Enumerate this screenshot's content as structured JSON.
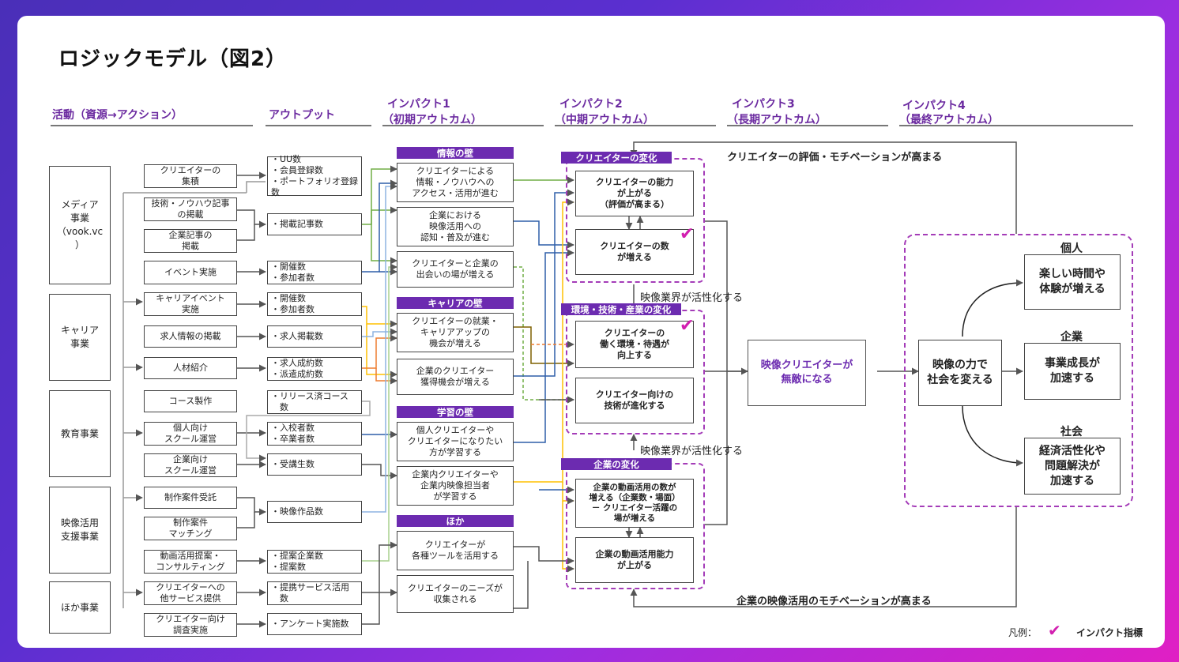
{
  "title": "ロジックモデル（図2）",
  "headers": {
    "activity": "活動（資源→アクション）",
    "output": "アウトプット",
    "impact1_a": "インパクト1",
    "impact1_b": "（初期アウトカム）",
    "impact2_a": "インパクト2",
    "impact2_b": "（中期アウトカム）",
    "impact3_a": "インパクト3",
    "impact3_b": "（長期アウトカム）",
    "impact4_a": "インパクト4",
    "impact4_b": "（最終アウトカム）"
  },
  "resources": {
    "media": "メディア\n事業\n（vook.vc\n）",
    "career": "キャリア\n事業",
    "education": "教育事業",
    "video": "映像活用\n支援事業",
    "other": "ほか事業"
  },
  "actions": [
    "クリエイターの\n集積",
    "技術・ノウハウ記事\nの掲載",
    "企業記事の\n掲載",
    "イベント実施",
    "キャリアイベント\n実施",
    "求人情報の掲載",
    "人材紹介",
    "コース製作",
    "個人向け\nスクール運営",
    "企業向け\nスクール運営",
    "制作案件受託",
    "制作案件\nマッチング",
    "動画活用提案・\nコンサルティング",
    "クリエイターへの\n他サービス提供",
    "クリエイター向け\n調査実施"
  ],
  "outputs": [
    "・UU数\n・会員登録数\n・ポートフォリオ登録数",
    "・掲載記事数",
    "・開催数\n・参加者数",
    "・開催数\n・参加者数",
    "・求人掲載数",
    "・求人成約数\n・派遣成約数",
    "・リリース済コース\n　数",
    "・入校者数\n・卒業者数",
    "・受講生数",
    "・映像作品数",
    "・提案企業数\n・提案数",
    "・提携サービス活用\n　数",
    "・アンケート実施数"
  ],
  "impact1": {
    "cat_info": "情報の壁",
    "cat_career": "キャリアの壁",
    "cat_learn": "学習の壁",
    "cat_other": "ほか",
    "items": [
      "クリエイターによる\n情報・ノウハウへの\nアクセス・活用が進む",
      "企業における\n映像活用への\n認知・普及が進む",
      "クリエイターと企業の\n出会いの場が増える",
      "クリエイターの就業・\nキャリアアップの\n機会が増える",
      "企業のクリエイター\n獲得機会が増える",
      "個人クリエイターや\nクリエイターになりたい\n方が学習する",
      "企業内クリエイターや\n企業内映像担当者\nが学習する",
      "クリエイターが\n各種ツールを活用する",
      "クリエイターのニーズが\n収集される"
    ]
  },
  "impact2": {
    "grp_creator": "クリエイターの変化",
    "grp_env": "環境・技術・産業の変化",
    "grp_company": "企業の変化",
    "items": [
      "クリエイターの能力\nが上がる\n（評価が高まる）",
      "クリエイターの数\nが増える",
      "クリエイターの\n働く環境・待遇が\n向上する",
      "クリエイター向けの\n技術が進化する",
      "企業の動画活用の数が\n増える（企業数・場面）\n－ クリエイター活躍の\n場が増える",
      "企業の動画活用能力\nが上がる"
    ],
    "industry_active_1": "映像業界が活性化する",
    "industry_active_2": "映像業界が活性化する"
  },
  "impact3": "映像クリエイターが\n無敵になる",
  "impact4": {
    "center": "映像の力で\n社会を変える",
    "label_individual": "個人",
    "label_company": "企業",
    "label_society": "社会",
    "individual": "楽しい時間や\n体験が増える",
    "company": "事業成長が\n加速する",
    "society": "経済活性化や\n問題解決が\n加速する"
  },
  "feedback_top": "クリエイターの評価・モチベーションが高まる",
  "feedback_bottom": "企業の映像活用のモチベーションが高まる",
  "legend": {
    "label": "凡例：",
    "text": "インパクト指標",
    "icon": "check-badge-icon"
  },
  "colors": {
    "accent": "#6c2bb0",
    "dash": "#a43cb8",
    "green": "#70ad47",
    "blue": "#2e5ea8",
    "lightblue": "#8db4e2",
    "orange": "#ed7d31",
    "yellow": "#ffc000",
    "gray": "#8c8c8c",
    "brown": "#7f6000"
  }
}
